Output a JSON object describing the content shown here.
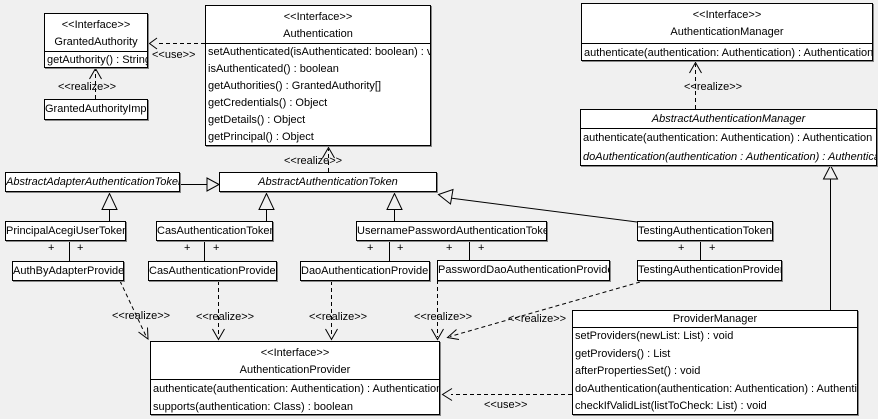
{
  "colors": {
    "background": "#f0f0f0",
    "box_fill": "#ffffff",
    "line": "#000000",
    "shadow": "#888888"
  },
  "labels": {
    "use": "<<use>>",
    "realize": "<<realize>>",
    "plus": "+"
  },
  "classes": {
    "granted_authority": {
      "stereotype": "<<Interface>>",
      "name": "GrantedAuthority",
      "methods": [
        "getAuthority() : String"
      ]
    },
    "granted_authority_impl": {
      "name": "GrantedAuthorityImpl"
    },
    "authentication": {
      "stereotype": "<<Interface>>",
      "name": "Authentication",
      "methods": [
        "setAuthenticated(isAuthenticated: boolean) : void",
        "isAuthenticated() : boolean",
        "getAuthorities() : GrantedAuthority[]",
        "getCredentials() : Object",
        "getDetails() : Object",
        "getPrincipal() : Object"
      ]
    },
    "authentication_manager": {
      "stereotype": "<<Interface>>",
      "name": "AuthenticationManager",
      "methods": [
        "authenticate(authentication: Authentication) : Authentication"
      ]
    },
    "abstract_authentication_manager": {
      "name": "AbstractAuthenticationManager",
      "methods": [
        "authenticate(authentication: Authentication) : Authentication",
        "doAuthentication(authentication : Authentication) : Authentication"
      ]
    },
    "abstract_adapter_authentication_token": {
      "name": "AbstractAdapterAuthenticationToken"
    },
    "abstract_authentication_token": {
      "name": "AbstractAuthenticationToken"
    },
    "principal_acegi_user_token": {
      "name": "PrincipalAcegiUserToken"
    },
    "cas_authentication_token": {
      "name": "CasAuthenticationToken"
    },
    "username_password_authentication_token": {
      "name": "UsernamePasswordAuthenticationToken"
    },
    "testing_authentication_token": {
      "name": "TestingAuthenticationToken"
    },
    "auth_by_adapter_provider": {
      "name": "AuthByAdapterProvider"
    },
    "cas_authentication_provider": {
      "name": "CasAuthenticationProvider"
    },
    "dao_authentication_provider": {
      "name": "DaoAuthenticationProvider"
    },
    "password_dao_authentication_provider": {
      "name": "PasswordDaoAuthenticationProvider"
    },
    "testing_authentication_provider": {
      "name": "TestingAuthenticationProvider"
    },
    "authentication_provider": {
      "stereotype": "<<Interface>>",
      "name": "AuthenticationProvider",
      "methods": [
        "authenticate(authentication: Authentication) : Authentication",
        "supports(authentication: Class) : boolean"
      ]
    },
    "provider_manager": {
      "name": "ProviderManager",
      "methods": [
        "setProviders(newList: List) : void",
        "getProviders() : List",
        "afterPropertiesSet() : void",
        "doAuthentication(authentication: Authentication) : Authentication",
        "checkIfValidList(listToCheck: List) : void"
      ]
    }
  }
}
